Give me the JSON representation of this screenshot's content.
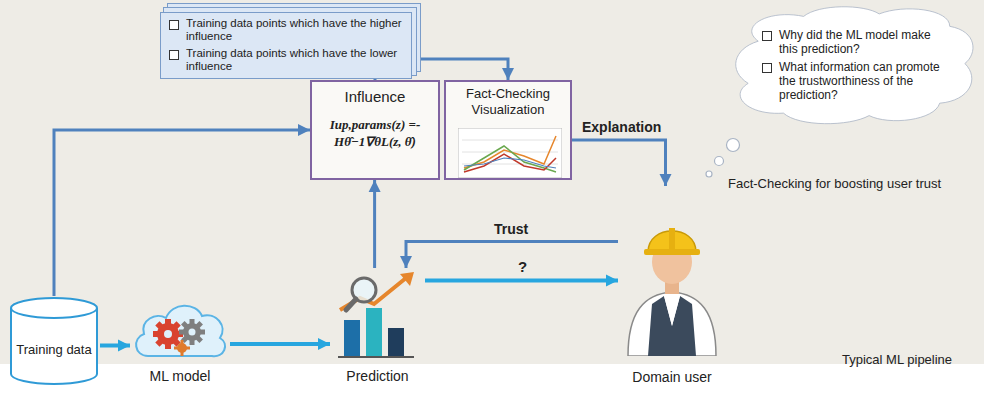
{
  "diagram": {
    "nodes": [
      {
        "text": [
          "Training data points which have the higher influence",
          "Training data points which have the lower influence"
        ]
      },
      {
        "text": [
          "Influence",
          "Iup,params(z) =-Hθ̂−1∇θL(z, θ̂)"
        ]
      },
      {
        "text": [
          "Fact-Checking Visualization"
        ]
      },
      {
        "text": [
          "Training data"
        ]
      },
      {
        "text": [
          "ML model"
        ]
      },
      {
        "text": [
          "Prediction"
        ]
      },
      {
        "text": [
          "Domain user"
        ]
      },
      {
        "text": [
          "Why did the ML model make this prediction?",
          "What information can promote the trustworthiness of the prediction?"
        ]
      }
    ],
    "edges": [
      {
        "from": 3,
        "to": 1,
        "arrow": "to"
      },
      {
        "from": 3,
        "to": 4,
        "arrow": "to"
      },
      {
        "from": 4,
        "to": 5,
        "arrow": "to"
      },
      {
        "from": 5,
        "to": 1,
        "arrow": "to"
      },
      {
        "from": 1,
        "to": 0,
        "arrow": "to"
      },
      {
        "from": 0,
        "to": 2,
        "arrow": "to"
      },
      {
        "from": 2,
        "to": 6,
        "label": "Explanation",
        "arrow": "to"
      },
      {
        "from": 6,
        "to": 5,
        "label": "Trust",
        "arrow": "to"
      },
      {
        "from": 5,
        "to": 6,
        "label": "?",
        "arrow": "to"
      }
    ],
    "labels": [
      "Fact-Checking for boosting user trust",
      "Typical ML pipeline"
    ]
  }
}
